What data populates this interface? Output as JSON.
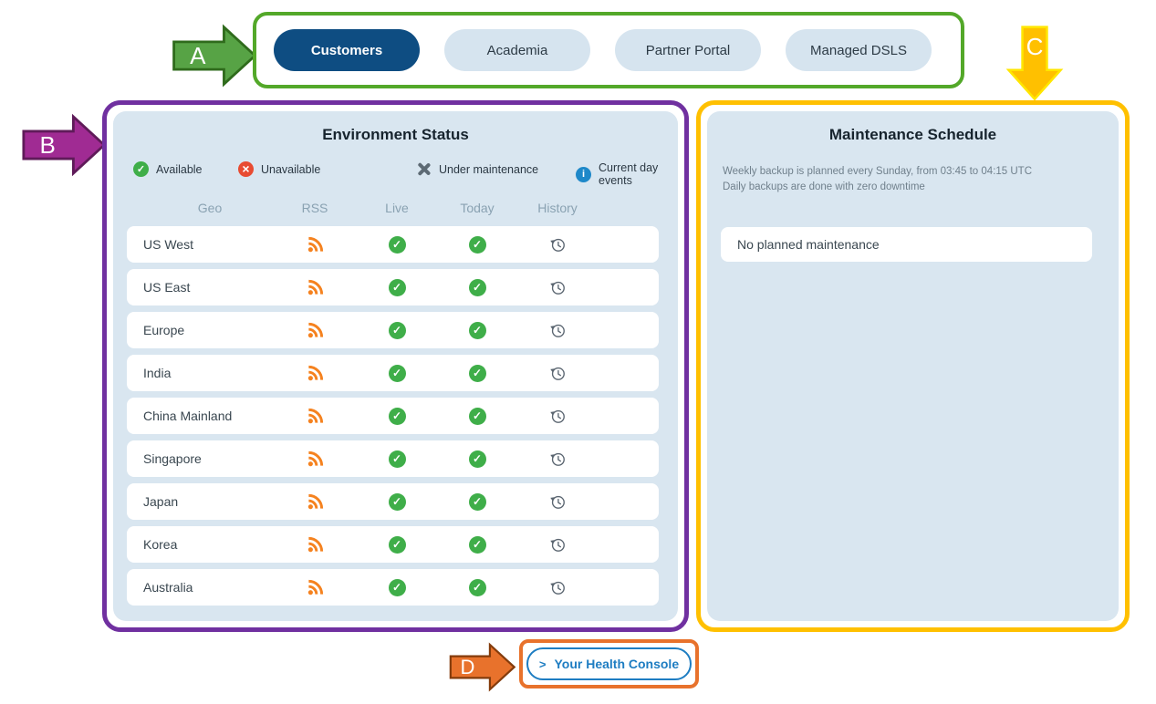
{
  "annotations": {
    "a": "A",
    "b": "B",
    "c": "C",
    "d": "D"
  },
  "tabs": {
    "items": [
      {
        "label": "Customers",
        "state": "active"
      },
      {
        "label": "Academia",
        "state": "inactive"
      },
      {
        "label": "Partner Portal",
        "state": "inactive"
      },
      {
        "label": "Managed DSLS",
        "state": "inactive"
      }
    ]
  },
  "environment_status": {
    "title": "Environment Status",
    "legend": [
      {
        "label": "Available",
        "icon": "legend-available"
      },
      {
        "label": "Unavailable",
        "icon": "legend-unavailable"
      },
      {
        "label": "Under maintenance",
        "icon": "legend-maintenance"
      },
      {
        "label": "Current day events",
        "icon": "legend-info"
      }
    ],
    "columns": [
      {
        "label": "Geo"
      },
      {
        "label": "RSS"
      },
      {
        "label": "Live"
      },
      {
        "label": "Today"
      },
      {
        "label": "History"
      }
    ],
    "rows": [
      {
        "geo": "US West",
        "live": "available",
        "today": "available"
      },
      {
        "geo": "US East",
        "live": "available",
        "today": "available"
      },
      {
        "geo": "Europe",
        "live": "available",
        "today": "available"
      },
      {
        "geo": "India",
        "live": "available",
        "today": "available"
      },
      {
        "geo": "China Mainland",
        "live": "available",
        "today": "available"
      },
      {
        "geo": "Singapore",
        "live": "available",
        "today": "available"
      },
      {
        "geo": "Japan",
        "live": "available",
        "today": "available"
      },
      {
        "geo": "Korea",
        "live": "available",
        "today": "available"
      },
      {
        "geo": "Australia",
        "live": "available",
        "today": "available"
      }
    ]
  },
  "maintenance_schedule": {
    "title": "Maintenance Schedule",
    "description_line1": "Weekly backup is planned every Sunday, from 03:45 to 04:15 UTC",
    "description_line2": "Daily backups are done with zero downtime",
    "empty_message": "No planned maintenance"
  },
  "footer": {
    "chevron": ">",
    "health_console_label": "Your Health Console"
  },
  "colors": {
    "active_tab_blue": "#0e4d82",
    "inactive_tab_blue": "#d6e4ef",
    "panel_blue": "#d9e6f0",
    "available_green": "#3fae49",
    "unavailable_red": "#e84b31",
    "rss_orange": "#f5821f",
    "info_blue": "#1e88c9",
    "console_blue": "#1e7dc2",
    "outline_green": "#53a829",
    "outline_purple": "#7030a0",
    "outline_gold": "#ffc000",
    "outline_orange": "#e8722c"
  }
}
